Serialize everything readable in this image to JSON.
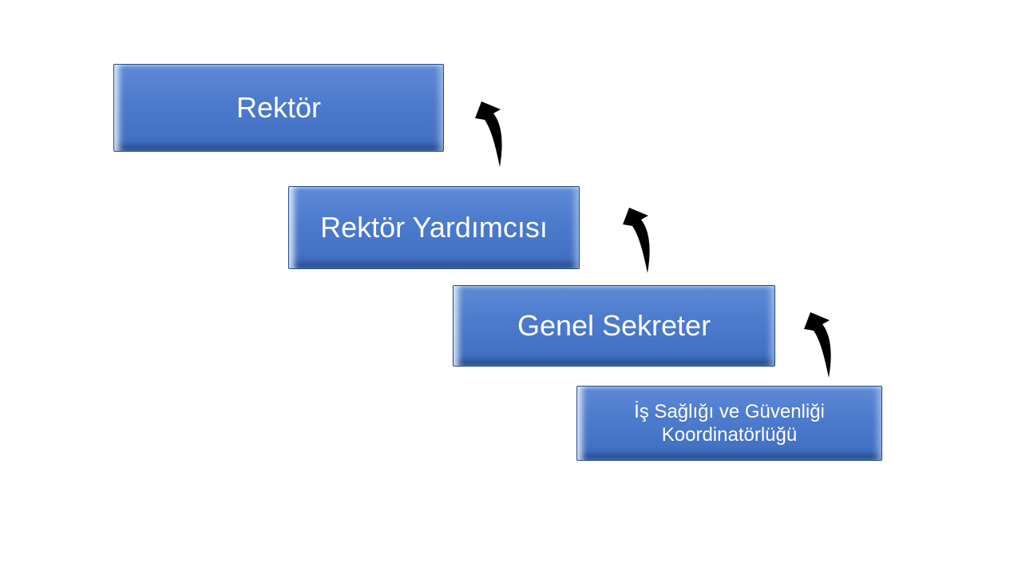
{
  "page": {
    "background_color": "#ffffff"
  },
  "diagram": {
    "type": "stair-hierarchy",
    "nodes": [
      {
        "id": "rektor",
        "label": "Rektör"
      },
      {
        "id": "rektor-yardimcisi",
        "label": "Rektör Yardımcısı"
      },
      {
        "id": "genel-sekreter",
        "label": "Genel Sekreter"
      },
      {
        "id": "is-sagligi-ve-guvenligi-koordinatorlugu",
        "label": "İş Sağlığı ve Güvenliği Koordinatörlüğü"
      }
    ],
    "edges": [
      {
        "from": "rektor-yardimcisi",
        "to": "rektor",
        "icon": "curved-up-arrow-icon"
      },
      {
        "from": "genel-sekreter",
        "to": "rektor-yardimcisi",
        "icon": "curved-up-arrow-icon"
      },
      {
        "from": "is-sagligi-ve-guvenligi-koordinatorlugu",
        "to": "genel-sekreter",
        "icon": "curved-up-arrow-icon"
      }
    ],
    "colors": {
      "node_fill": "#4472c4",
      "node_fill_top": "#5e8ad6",
      "node_border": "#27498a",
      "node_text": "#ffffff",
      "arrow": "#000000"
    }
  }
}
